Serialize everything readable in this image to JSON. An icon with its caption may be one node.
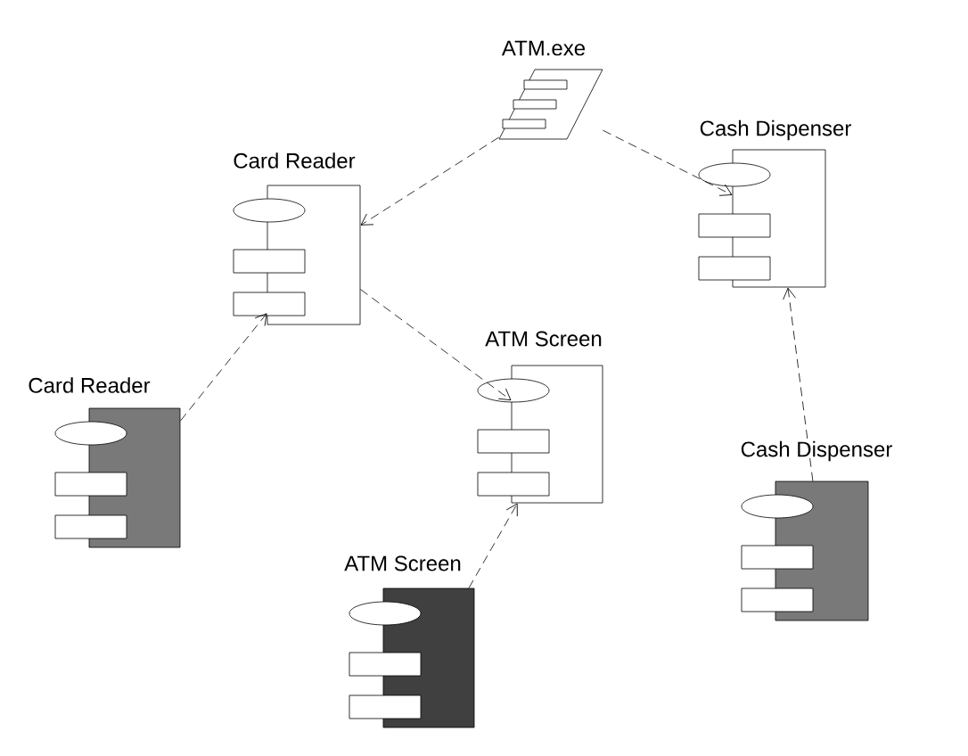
{
  "diagram": {
    "nodes": [
      {
        "text": [
          "ATM.exe"
        ]
      },
      {
        "text": [
          "Card Reader"
        ]
      },
      {
        "text": [
          "Cash Dispenser"
        ]
      },
      {
        "text": [
          "ATM Screen"
        ]
      },
      {
        "text": [
          "Card Reader"
        ]
      },
      {
        "text": [
          "Cash Dispenser"
        ]
      },
      {
        "text": [
          "ATM Screen"
        ]
      }
    ],
    "edges": [
      {
        "from": 0,
        "to": 1,
        "arrow": "to",
        "style": "dashed"
      },
      {
        "from": 0,
        "to": 2,
        "arrow": "to",
        "style": "dashed"
      },
      {
        "from": 1,
        "to": 3,
        "arrow": "to",
        "style": "dashed"
      },
      {
        "from": 4,
        "to": 1,
        "arrow": "to",
        "style": "dashed"
      },
      {
        "from": 6,
        "to": 3,
        "arrow": "to",
        "style": "dashed"
      },
      {
        "from": 5,
        "to": 2,
        "arrow": "to",
        "style": "dashed"
      }
    ]
  }
}
